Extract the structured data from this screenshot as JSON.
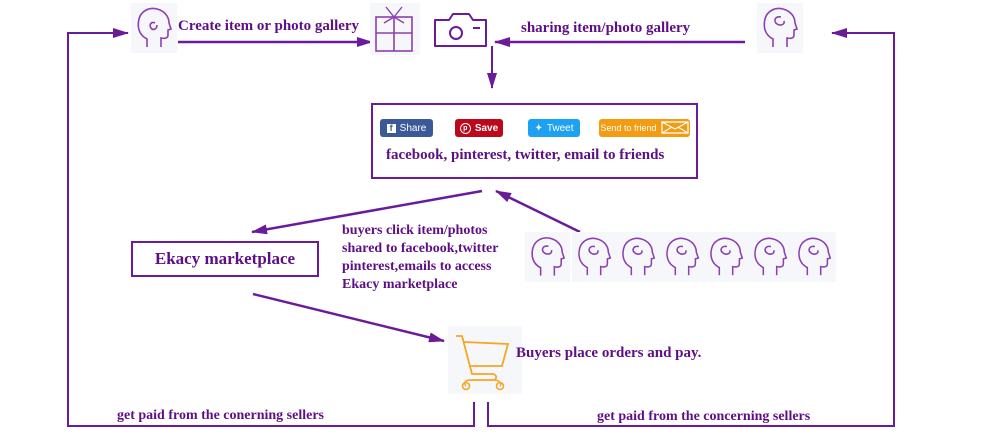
{
  "colors": {
    "primary": "#6a1b9a",
    "text": "#5e0f86",
    "cart": "#f5a623",
    "facebook": "#3b5998",
    "pinterest": "#bd081c",
    "twitter": "#1da1f2",
    "email": "#f39c12"
  },
  "top": {
    "create_label": "Create item or photo gallery",
    "sharing_label": "sharing item/photo gallery"
  },
  "icons": {
    "seller": "person-head-icon",
    "gift": "gift-icon",
    "camera": "camera-icon",
    "sharer": "person-head-icon",
    "buyers": [
      "person-head-icon",
      "person-head-icon",
      "person-head-icon",
      "person-head-icon",
      "person-head-icon",
      "person-head-icon",
      "person-head-icon"
    ],
    "cart": "shopping-cart-icon"
  },
  "share": {
    "buttons": [
      {
        "label": "Share",
        "icon": "facebook-icon"
      },
      {
        "label": "Save",
        "icon": "pinterest-icon"
      },
      {
        "label": "Tweet",
        "icon": "twitter-icon"
      },
      {
        "label": "Send to friend",
        "icon": "envelope-icon"
      }
    ],
    "caption": "facebook, pinterest, twitter, email to friends"
  },
  "marketplace": {
    "label": "Ekacy marketplace"
  },
  "buyers_text": {
    "lines": [
      "buyers click item/photos",
      "shared to facebook,twitter",
      "pinterest,emails to access",
      "Ekacy marketplace"
    ]
  },
  "orders": {
    "label": "Buyers place orders and pay."
  },
  "bottom": {
    "left_label": "get paid from the conerning sellers",
    "right_label": "get paid from the concerning sellers"
  }
}
